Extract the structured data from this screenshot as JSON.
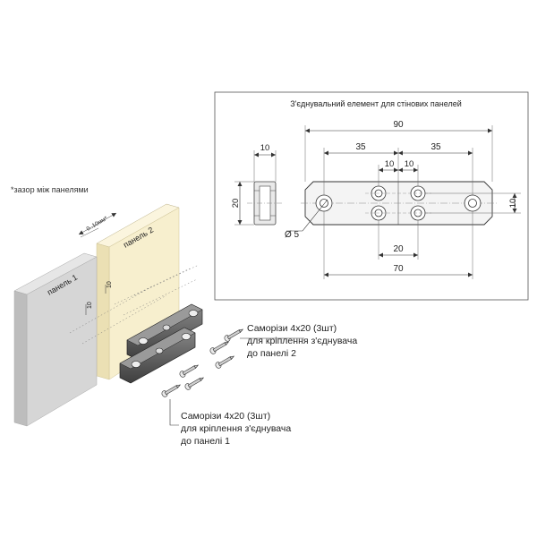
{
  "drawing": {
    "title": "З'єднувальний елемент для стінових панелей",
    "dimensions": {
      "side_width": "10",
      "side_height": "20",
      "overall_length": "90",
      "half_left": "35",
      "half_right": "35",
      "center_left": "10",
      "center_right": "10",
      "height": "10",
      "hole_diameter": "Ø 5",
      "hole_pair": "20",
      "hole_span": "70"
    }
  },
  "assembly": {
    "gap_note": "*зазор між панелями",
    "gap_label": "0..10мм*",
    "panel1_label": "панель 1",
    "panel2_label": "панель 2",
    "side_dim_a": "10",
    "side_dim_b": "10"
  },
  "callouts": {
    "screws_panel2": {
      "line1": "Саморізи 4х20 (3шт)",
      "line2": "для кріплення з'єднувача",
      "line3": "до панелі 2"
    },
    "screws_panel1": {
      "line1": "Саморізи 4х20 (3шт)",
      "line2": "для кріплення з'єднувача",
      "line3": "до панелі 1"
    }
  },
  "colors": {
    "panel1_face": "#d6d6d6",
    "panel1_side": "#bdbdbd",
    "panel2_face": "#f7efce",
    "panel2_side": "#ebe0b4",
    "connector": "#4a4a4a",
    "line": "#333333"
  }
}
